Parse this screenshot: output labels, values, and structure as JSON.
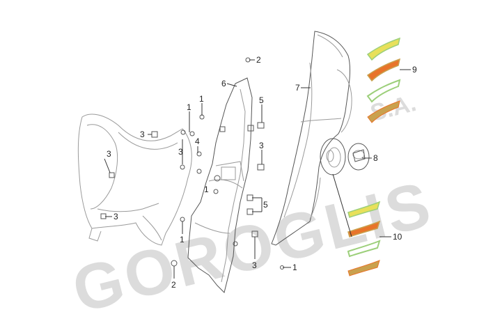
{
  "watermark": {
    "brand": "GOROGLIS",
    "suffix": "S.A."
  },
  "callouts": [
    {
      "id": "c1a",
      "label": "1"
    },
    {
      "id": "c1b",
      "label": "1"
    },
    {
      "id": "c1c",
      "label": "1"
    },
    {
      "id": "c1d",
      "label": "1"
    },
    {
      "id": "c1e",
      "label": "1"
    },
    {
      "id": "c2a",
      "label": "2"
    },
    {
      "id": "c2b",
      "label": "2"
    },
    {
      "id": "c3a",
      "label": "3"
    },
    {
      "id": "c3b",
      "label": "3"
    },
    {
      "id": "c3c",
      "label": "3"
    },
    {
      "id": "c3d",
      "label": "3"
    },
    {
      "id": "c3e",
      "label": "3"
    },
    {
      "id": "c3f",
      "label": "3"
    },
    {
      "id": "c4",
      "label": "4"
    },
    {
      "id": "c5a",
      "label": "5"
    },
    {
      "id": "c5b",
      "label": "5"
    },
    {
      "id": "c6",
      "label": "6"
    },
    {
      "id": "c7",
      "label": "7"
    },
    {
      "id": "c8",
      "label": "8"
    },
    {
      "id": "c9",
      "label": "9"
    },
    {
      "id": "c10",
      "label": "10"
    }
  ],
  "colors": {
    "decal_yellow": "#e8e05a",
    "decal_orange": "#e8742a",
    "decal_green": "#9ccf7a",
    "decal_tan": "#c9a14e"
  }
}
